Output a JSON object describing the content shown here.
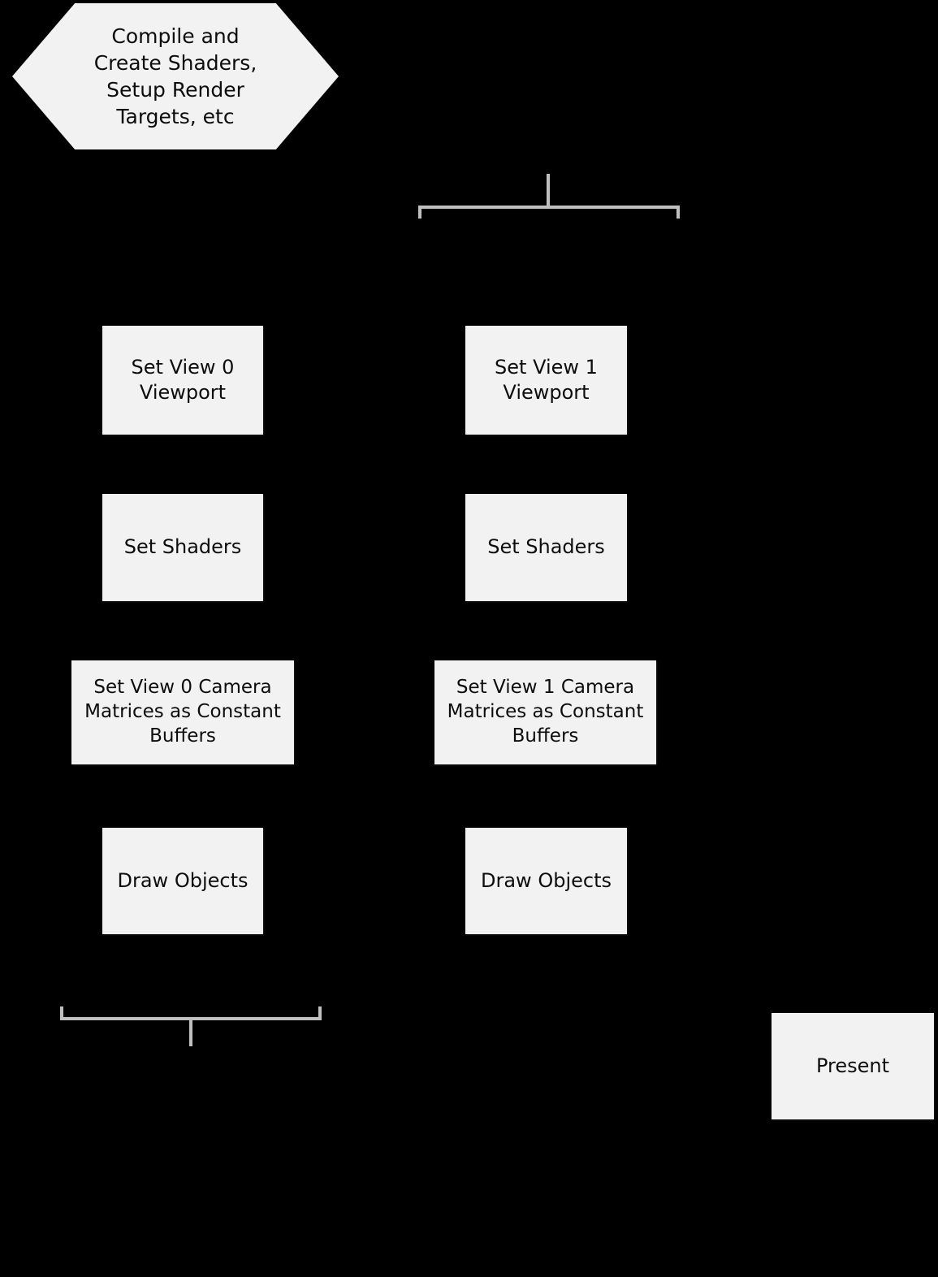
{
  "diagram": {
    "title": "Stereo / multi-view rendering pipeline flowchart",
    "background_color": "#000000",
    "node_fill_color": "#F2F2F2",
    "node_text_color": "#0D0D0D",
    "connector_color": "#BFBFBF"
  },
  "nodes": {
    "setup": {
      "label": "Compile and\nCreate Shaders,\nSetup Render\nTargets, etc",
      "shape": "hexagon"
    },
    "view0_viewport": {
      "label": "Set View 0\nViewport",
      "shape": "rectangle"
    },
    "view1_viewport": {
      "label": "Set View 1\nViewport",
      "shape": "rectangle"
    },
    "view0_shaders": {
      "label": "Set Shaders",
      "shape": "rectangle"
    },
    "view1_shaders": {
      "label": "Set Shaders",
      "shape": "rectangle"
    },
    "view0_camera": {
      "label": "Set  View 0 Camera\nMatrices as Constant\nBuffers",
      "shape": "rectangle"
    },
    "view1_camera": {
      "label": "Set View 1 Camera\nMatrices as Constant\nBuffers",
      "shape": "rectangle"
    },
    "view0_draw": {
      "label": "Draw Objects",
      "shape": "rectangle"
    },
    "view1_draw": {
      "label": "Draw Objects",
      "shape": "rectangle"
    },
    "present": {
      "label": "Present",
      "shape": "rectangle"
    }
  },
  "connectors": {
    "fork_top": {
      "name": "split-connector",
      "description": "vertical stem down into horizontal bar with downward end ticks"
    },
    "merge_bottom": {
      "name": "merge-connector",
      "description": "horizontal bar with upward end ticks joining into a downward stem"
    }
  }
}
